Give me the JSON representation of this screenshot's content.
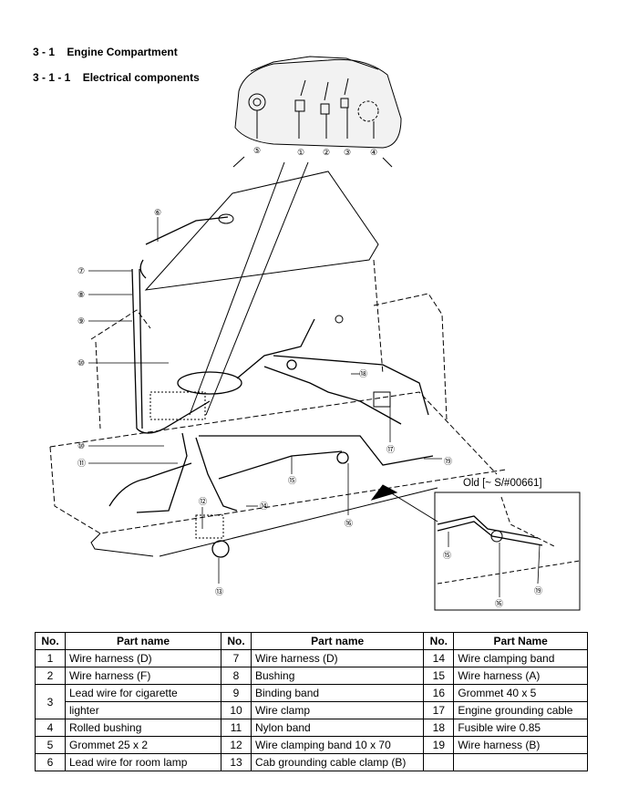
{
  "heading": {
    "section": "3 - 1",
    "section_title": "Engine Compartment",
    "subsection": "3 - 1 - 1",
    "subsection_title": "Electrical components"
  },
  "diagram": {
    "inset_label": "Old [~ S/#00661]",
    "callouts": [
      "①",
      "②",
      "③",
      "④",
      "⑤",
      "⑥",
      "⑦",
      "⑧",
      "⑨",
      "⑩",
      "⑩",
      "⑪",
      "⑫",
      "⑬",
      "⑭",
      "⑮",
      "⑯",
      "⑰",
      "⑱",
      "⑲",
      "⑮",
      "⑯",
      "⑲"
    ]
  },
  "table": {
    "headers": [
      "No.",
      "Part name",
      "No.",
      "Part name",
      "No.",
      "Part Name"
    ],
    "rows": [
      {
        "n1": "1",
        "p1": "Wire harness (D)",
        "n2": "7",
        "p2": "Wire harness (D)",
        "n3": "14",
        "p3": "Wire clamping band"
      },
      {
        "n1": "2",
        "p1": "Wire harness (F)",
        "n2": "8",
        "p2": "Bushing",
        "n3": "15",
        "p3": "Wire harness (A)"
      },
      {
        "n1": "3",
        "p1": "Lead wire for cigarette",
        "p1b": "lighter",
        "n2": "9",
        "p2": "Binding band",
        "n3": "16",
        "p3": "Grommet 40 x 5",
        "n2b": "10",
        "p2b": "Wire clamp",
        "n3b": "17",
        "p3b": "Engine grounding cable"
      },
      {
        "n1": "4",
        "p1": "Rolled bushing",
        "n2": "11",
        "p2": "Nylon band",
        "n3": "18",
        "p3": "Fusible wire 0.85"
      },
      {
        "n1": "5",
        "p1": "Grommet 25 x 2",
        "n2": "12",
        "p2": "Wire clamping band 10 x 70",
        "n3": "19",
        "p3": "Wire harness (B)"
      },
      {
        "n1": "6",
        "p1": "Lead wire for room lamp",
        "n2": "13",
        "p2": "Cab grounding cable clamp (B)",
        "n3": "",
        "p3": ""
      }
    ]
  }
}
